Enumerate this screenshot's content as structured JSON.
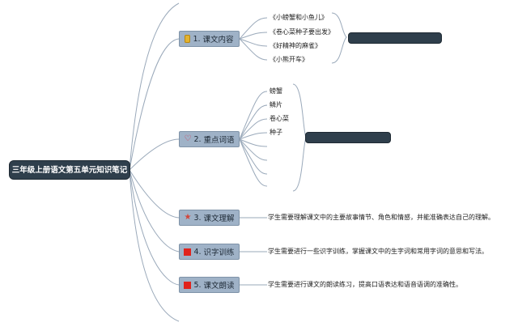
{
  "root": {
    "label": "三年级上册语文第五单元知识笔记"
  },
  "branches": [
    {
      "number": "1.",
      "label": "课文内容",
      "icon": "tag-icon"
    },
    {
      "number": "2.",
      "label": "重点词语",
      "icon": "heart-icon"
    },
    {
      "number": "3.",
      "label": "课文理解",
      "icon": "star-icon"
    },
    {
      "number": "4.",
      "label": "识字训练",
      "icon": "flag-icon"
    },
    {
      "number": "5.",
      "label": "课文朗读",
      "icon": "flag-icon"
    }
  ],
  "texts": [
    "《小螃蟹和小鱼儿》",
    "《卷心菜种子要出发》",
    "《好精神的麻雀》",
    "《小熊开车》"
  ],
  "words": [
    "螃蟹",
    "鳞片",
    "卷心菜",
    "种子"
  ],
  "descriptions": [
    "学生需要理解课文中的主要故事情节、角色和情感，并能准确表达自己的理解。",
    "学生需要进行一些识字训练，掌握课文中的生字词和常用字词的意思和写法。",
    "学生需要进行课文的朗读练习，提高口语表达和语音语调的准确性。"
  ],
  "colors": {
    "root_fill": "#2f3f4c",
    "branch_fill": "#9fb2c7",
    "connector": "#9aa9ba"
  }
}
